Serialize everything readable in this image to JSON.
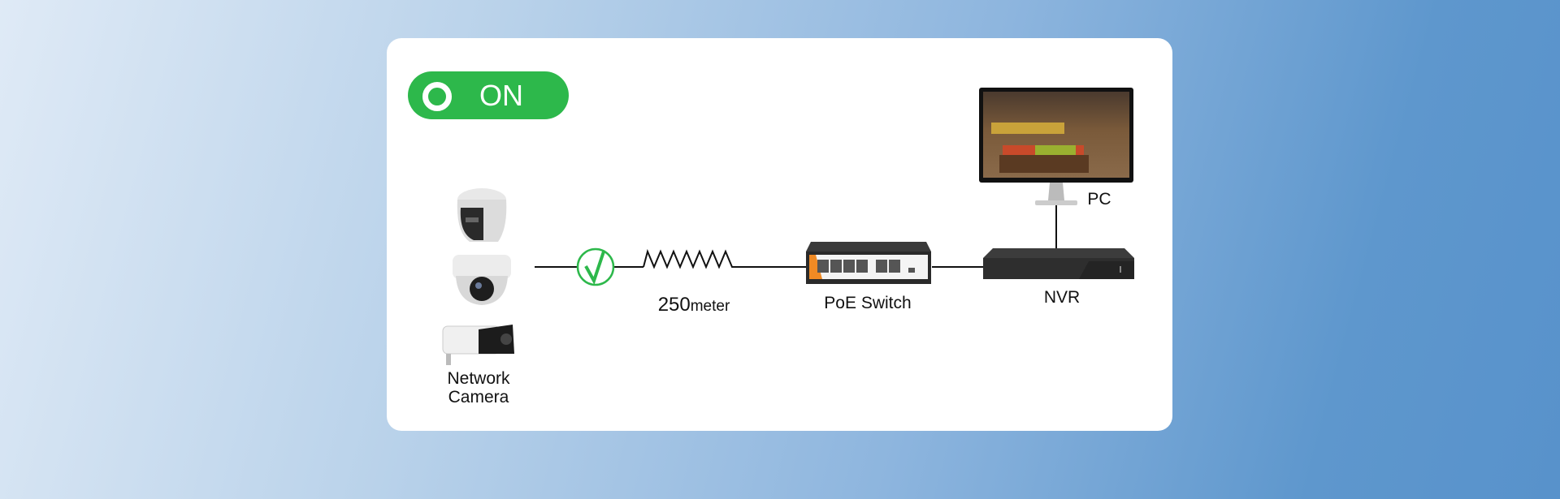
{
  "toggle": {
    "label": "ON",
    "state": "on",
    "color": "#2db84b"
  },
  "camera": {
    "label_line1": "Network",
    "label_line2": "Camera"
  },
  "cable": {
    "distance_value": "250",
    "distance_unit": "meter",
    "status_icon": "check-icon"
  },
  "switch": {
    "label": "PoE Switch"
  },
  "nvr": {
    "label": "NVR"
  },
  "pc": {
    "label": "PC"
  }
}
